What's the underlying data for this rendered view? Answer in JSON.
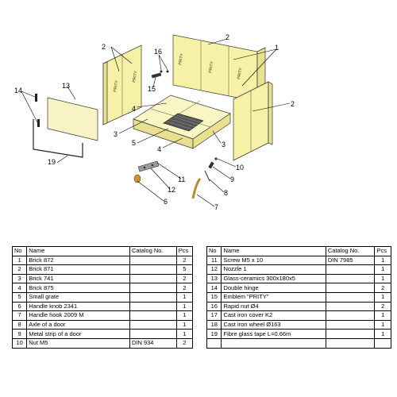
{
  "diagram": {
    "callouts": [
      "1",
      "2",
      "2",
      "2",
      "3",
      "3",
      "4",
      "4",
      "5",
      "6",
      "7",
      "8",
      "9",
      "10",
      "11",
      "12",
      "13",
      "14",
      "15",
      "16",
      "19"
    ],
    "brick_mark": "PRITY"
  },
  "table_headers": {
    "no": "No",
    "name": "Name",
    "catalog": "Catalog No.",
    "pcs": "Pcs"
  },
  "parts_left": [
    {
      "no": "1",
      "name": "Brick 872",
      "catalog": "",
      "pcs": "2"
    },
    {
      "no": "2",
      "name": "Brick 871",
      "catalog": "",
      "pcs": "5"
    },
    {
      "no": "3",
      "name": "Brick 741",
      "catalog": "",
      "pcs": "2"
    },
    {
      "no": "4",
      "name": "Brick 875",
      "catalog": "",
      "pcs": "2"
    },
    {
      "no": "5",
      "name": "Small grate",
      "catalog": "",
      "pcs": "1"
    },
    {
      "no": "6",
      "name": "Handle knob 2341",
      "catalog": "",
      "pcs": "1"
    },
    {
      "no": "7",
      "name": "Handle hook 2009 M",
      "catalog": "",
      "pcs": "1"
    },
    {
      "no": "8",
      "name": "Axle of a door",
      "catalog": "",
      "pcs": "1"
    },
    {
      "no": "9",
      "name": "Metal strip of a door",
      "catalog": "",
      "pcs": "1"
    },
    {
      "no": "10",
      "name": "Nut M5",
      "catalog": "DIN 934",
      "pcs": "2"
    }
  ],
  "parts_right": [
    {
      "no": "11",
      "name": "Screw  M5 x 10",
      "catalog": "DIN 7985",
      "pcs": "1"
    },
    {
      "no": "12",
      "name": "Nozzle 1",
      "catalog": "",
      "pcs": "1"
    },
    {
      "no": "13",
      "name": "Glass-ceramics 300x180x5",
      "catalog": "",
      "pcs": "1"
    },
    {
      "no": "14",
      "name": "Double hinge",
      "catalog": "",
      "pcs": "2"
    },
    {
      "no": "15",
      "name": "Emblem \"PRITY\"",
      "catalog": "",
      "pcs": "1"
    },
    {
      "no": "16",
      "name": "Rapid nut Ø4",
      "catalog": "",
      "pcs": "2"
    },
    {
      "no": "17",
      "name": "Cast iron cover K2",
      "catalog": "",
      "pcs": "1"
    },
    {
      "no": "18",
      "name": "Cast iron wheel Ø163",
      "catalog": "",
      "pcs": "1"
    },
    {
      "no": "19",
      "name": "Fibre glass tape L=0.66m",
      "catalog": "",
      "pcs": "1"
    },
    {
      "no": "",
      "name": "",
      "catalog": "",
      "pcs": ""
    }
  ]
}
